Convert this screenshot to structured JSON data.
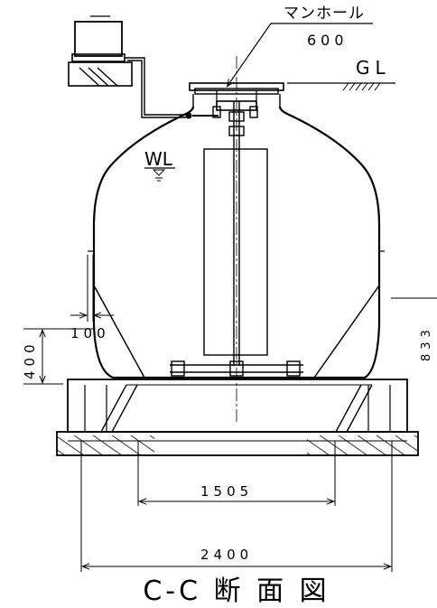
{
  "labels": {
    "manhole": "マンホール",
    "manhole_size": "600",
    "gl": "GL",
    "wl": "WL",
    "dim_100": "100",
    "dim_400": "400",
    "dim_833": "833",
    "dim_1505": "1505",
    "dim_2400": "2400",
    "title": "C-C 断 面 図"
  }
}
